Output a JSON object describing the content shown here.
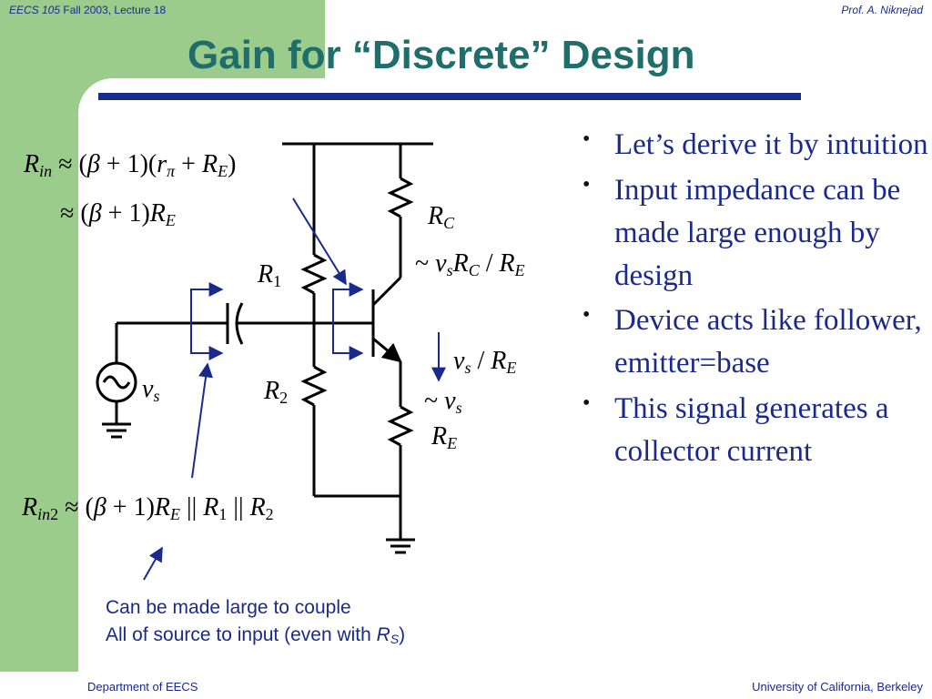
{
  "header": {
    "course": "EECS 105",
    "term": " Fall 2003, Lecture 18",
    "author": "Prof. A. Niknejad"
  },
  "title": "Gain for “Discrete” Design",
  "bullets": [
    "Let’s derive it by intuition",
    "Input impedance can be made large enough by design",
    "Device acts like follower, emitter=base",
    "This signal generates a collector current"
  ],
  "formulas": {
    "rin_line1": {
      "R": "R",
      "sub": "in",
      "mid": " ≈ (",
      "beta": "β",
      "plus1": " + 1)(",
      "r": "r",
      "rsub": "π",
      "plus": " + ",
      "RE": "R",
      "REsub": "E",
      "close": ")"
    },
    "rin_line2": {
      "pre": "≈ (",
      "beta": "β",
      "plus1": " + 1)",
      "R": "R",
      "sub": "E"
    },
    "rin2": {
      "R": "R",
      "sub": "in",
      "sub2": "2",
      "mid": " ≈ (",
      "beta": "β",
      "plus1": " + 1)",
      "RE": "R",
      "REsub": "E",
      "par1": " || ",
      "R1": "R",
      "R1sub": "1",
      "par2": " || ",
      "R2": "R",
      "R2sub": "2"
    },
    "rc_label": {
      "R": "R",
      "sub": "C"
    },
    "gain_label": {
      "tilde": "~ ",
      "v": "v",
      "vsub": "s",
      "R": "R",
      "Rsub": "C",
      "slash": " / ",
      "R2": "R",
      "R2sub": "E"
    },
    "r1_label": {
      "R": "R",
      "sub": "1"
    },
    "r2_label": {
      "R": "R",
      "sub": "2"
    },
    "vs_label": {
      "v": "v",
      "sub": "s"
    },
    "ie_label": {
      "v": "v",
      "vsub": "s",
      "slash": " / ",
      "R": "R",
      "Rsub": "E"
    },
    "ve_label": {
      "tilde": "~ ",
      "v": "v",
      "sub": "s"
    },
    "re_label": {
      "R": "R",
      "sub": "E"
    }
  },
  "note": {
    "line1": "Can be made large to couple",
    "line2": "All of source to input (even with ",
    "rs": "R",
    "rs_sub": "S",
    "line2_end": ")"
  },
  "footer": {
    "left": "Department of EECS",
    "right": "University of California, Berkeley"
  },
  "colors": {
    "title": "#1f6e6c",
    "text": "#1a2a8c",
    "accent_band": "#9ccc8c",
    "rule": "#1a2d8c"
  }
}
